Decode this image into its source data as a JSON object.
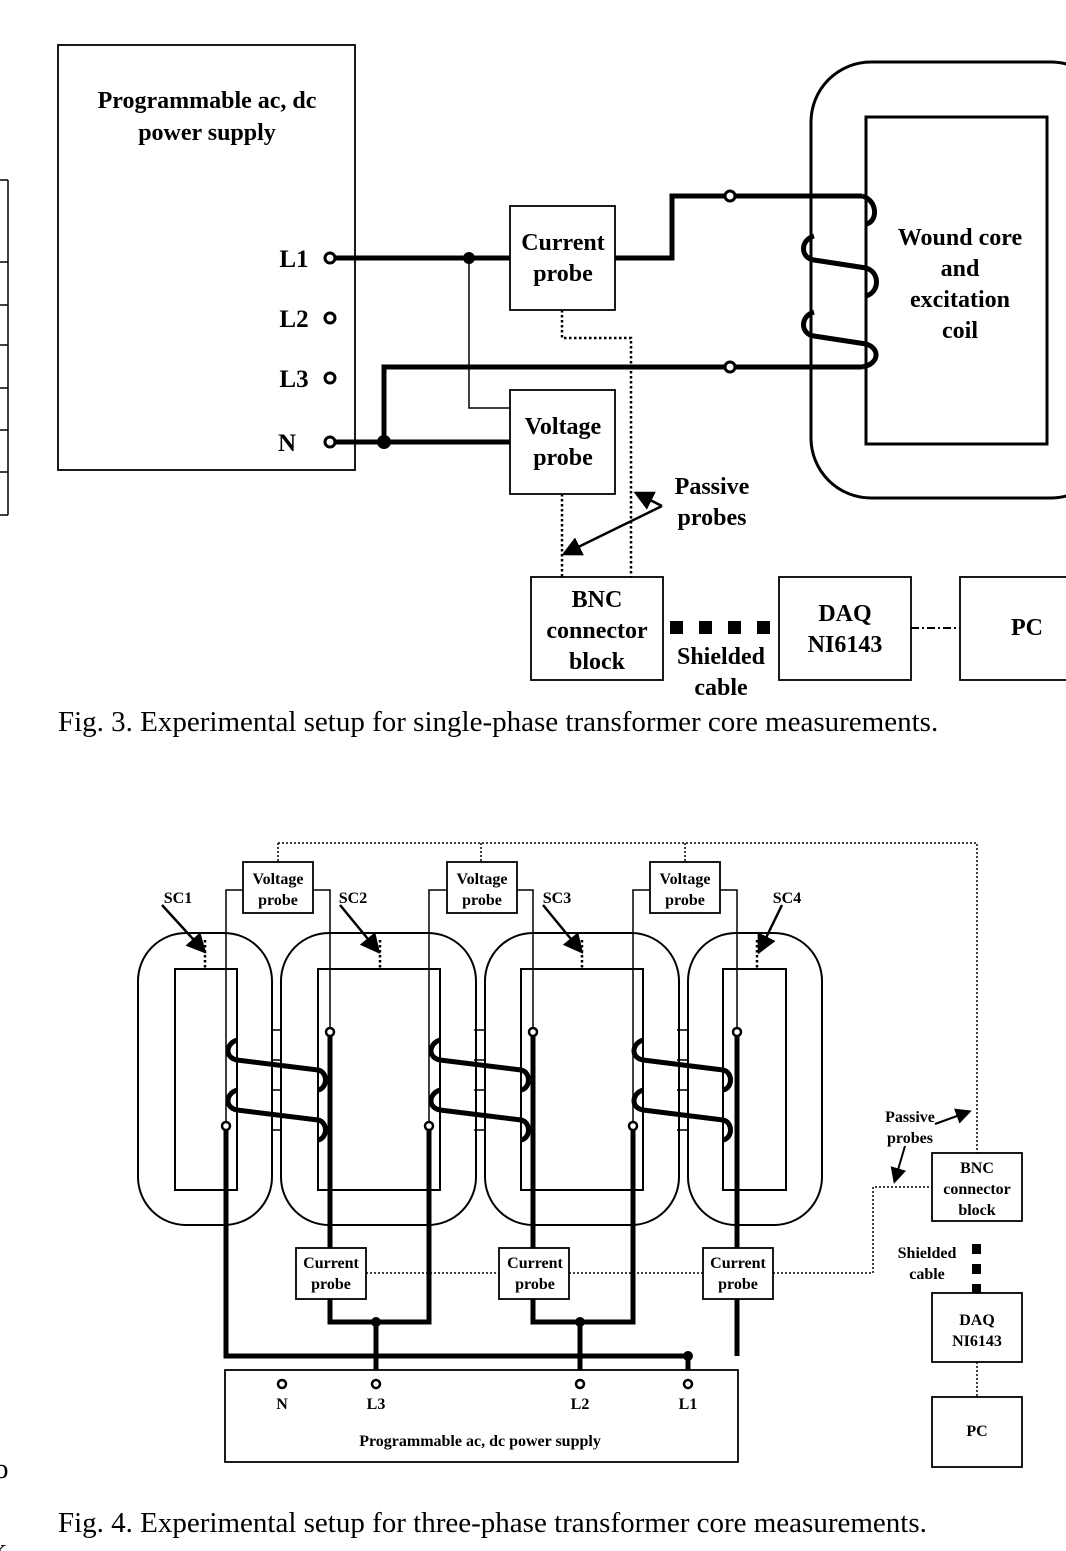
{
  "fig3": {
    "supply_title": [
      "Programmable ac, dc",
      "power supply"
    ],
    "terminals": [
      "L1",
      "L2",
      "L3",
      "N"
    ],
    "current_probe": [
      "Current",
      "probe"
    ],
    "voltage_probe": [
      "Voltage",
      "probe"
    ],
    "core": [
      "Wound core",
      "and",
      "excitation",
      "coil"
    ],
    "passive_probes": [
      "Passive",
      "probes"
    ],
    "bnc": [
      "BNC",
      "connector",
      "block"
    ],
    "shielded_cable": [
      "Shielded",
      "cable"
    ],
    "daq": [
      "DAQ",
      "NI6143"
    ],
    "pc": "PC",
    "caption": "Fig. 3.   Experimental setup for single-phase transformer core measurements."
  },
  "fig4": {
    "voltage_probe": [
      "Voltage",
      "probe"
    ],
    "sc_labels": [
      "SC1",
      "SC2",
      "SC3",
      "SC4"
    ],
    "current_probe": [
      "Current",
      "probe"
    ],
    "terminals": [
      "N",
      "L3",
      "L2",
      "L1"
    ],
    "supply_title": "Programmable ac, dc power supply",
    "passive_probes": [
      "Passive",
      "probes"
    ],
    "bnc": [
      "BNC",
      "connector",
      "block"
    ],
    "shielded_cable": [
      "Shielded",
      "cable"
    ],
    "daq": [
      "DAQ",
      "NI6143"
    ],
    "pc": "PC",
    "caption": "Fig. 4.   Experimental setup for three-phase transformer core measurements."
  },
  "margin_fragments": [
    "o",
    "k"
  ]
}
